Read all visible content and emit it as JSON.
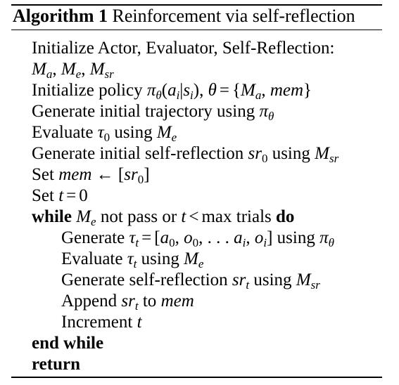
{
  "algorithm": {
    "number_label": "Algorithm 1",
    "title": "Reinforcement via self-reflection",
    "lines": {
      "l1_text": "Initialize Actor, Evaluator, Self-Reflection:",
      "l3_text": "Initialize policy",
      "l4_text": "Generate initial trajectory using",
      "l5_a": "Evaluate",
      "l5_b": "using",
      "l6_a": "Generate initial self-reflection",
      "l6_b": "using",
      "l7_a": "Set",
      "l8_a": "Set",
      "l9_kw1": "while",
      "l9_mid": "not pass or",
      "l9_tail": "max trials",
      "l9_kw2": "do",
      "l10_a": "Generate",
      "l10_b": "using",
      "l11_a": "Evaluate",
      "l11_b": "using",
      "l12_a": "Generate self-reflection",
      "l12_b": "using",
      "l13_a": "Append",
      "l13_b": "to",
      "l14_a": "Increment",
      "l15_kw": "end while",
      "l16_kw": "return"
    }
  }
}
